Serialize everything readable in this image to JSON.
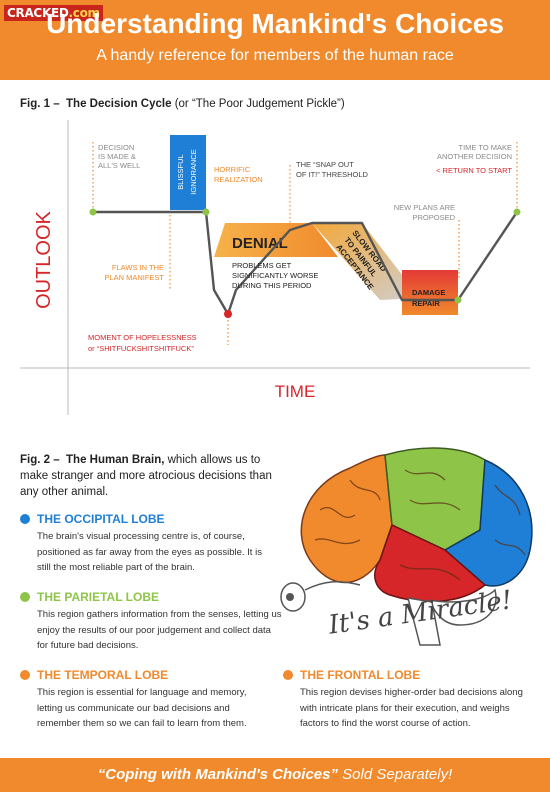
{
  "header": {
    "logo": "CRACKED",
    "logo_suffix": ".com",
    "title": "Understanding Mankind's Choices",
    "subtitle": "A handy reference for members of the human race"
  },
  "fig1": {
    "label": "Fig. 1 –",
    "title": "The Decision Cycle",
    "paren": "(or “The Poor Judgement Pickle”)",
    "y_axis": "OUTLOOK",
    "x_axis": "TIME",
    "labels": {
      "decision_made_1": "DECISION",
      "decision_made_2": "IS MADE &",
      "decision_made_3": "ALL'S WELL",
      "horrific_1": "HORRIFIC",
      "horrific_2": "REALIZATION",
      "blissful": "BLISSFUL",
      "ignorance": "IGNORANCE",
      "snap_1": "THE “SNAP OUT",
      "snap_2": "OF IT!” THRESHOLD",
      "time_make_1": "TIME TO MAKE",
      "time_make_2": "ANOTHER DECISION",
      "return_start": "< RETURN TO START",
      "new_plans_1": "NEW PLANS ARE",
      "new_plans_2": "PROPOSED",
      "denial": "DENIAL",
      "slow_road": "SLOW ROAD",
      "to_painful": "TO PAINFUL",
      "acceptance": "ACCEPTANCE",
      "flaws_1": "FLAWS IN THE",
      "flaws_2": "PLAN MANIFEST",
      "problems_1": "PROBLEMS GET",
      "problems_2": "SIGNIFICANTLY WORSE",
      "problems_3": "DURING THIS PERIOD",
      "damage": "DAMAGE",
      "repair": "REPAIR",
      "hopeless_1": "MOMENT OF HOPELESSNESS",
      "hopeless_2": "or “SHITFUCKSHITSHITFUCK”"
    }
  },
  "fig2": {
    "label": "Fig. 2 –",
    "title": "The Human Brain,",
    "text": "which allows us to make stranger and more atrocious decisions than any other animal.",
    "miracle": "It's a Miracle!",
    "sections": [
      {
        "title": "THE OCCIPITAL LOBE",
        "color": "#1f7fd6",
        "text": "The brain's visual processing centre is, of course, positioned as far away from the eyes as possible. It is still the most reliable part of the brain."
      },
      {
        "title": "THE PARIETAL LOBE",
        "color": "#8ec549",
        "text": "This region gathers information from the senses, letting us enjoy the results of our poor judgement and collect data for future bad decisions."
      },
      {
        "title": "THE TEMPORAL LOBE",
        "color": "#f08a2c",
        "text": "This region is essential for language and memory, letting us communicate our bad decisions and remember them so we can fail to learn from them."
      },
      {
        "title": "THE FRONTAL LOBE",
        "color": "#f08a2c",
        "text": "This region devises higher-order bad decisions along with intricate plans for their execution, and weighs factors to find the worst course of action."
      }
    ]
  },
  "footer": {
    "quote": "“Coping with Mankind's Choices”",
    "rest": "Sold Separately!"
  },
  "colors": {
    "brand_orange": "#f08a2c",
    "blue": "#1f7fd6",
    "green": "#8ec549",
    "red": "#d6262a"
  }
}
